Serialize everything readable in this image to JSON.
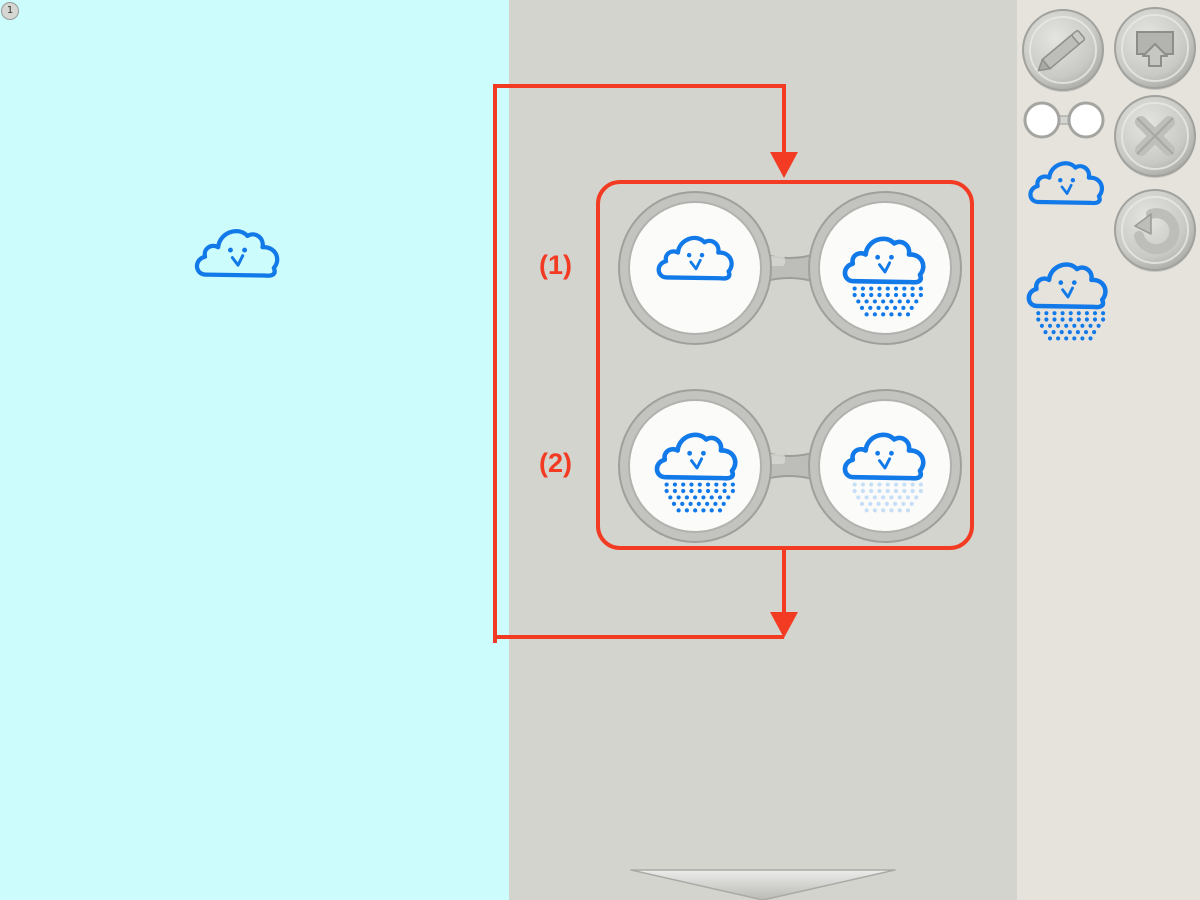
{
  "app": {
    "page_number": "1"
  },
  "colors": {
    "stage_bg": "#ccfcfb",
    "rules_panel_bg": "#d4d4cf",
    "toolbox_bg": "#e6e3dd",
    "annotation_red": "#f23b22",
    "cloud_blue": "#1279e9",
    "clay_gray": "#cdcdc9"
  },
  "stage": {
    "character": "smiling-cloud"
  },
  "rules": {
    "items": [
      {
        "label": "(1)",
        "before": "cloud",
        "after": "cloud-with-rain"
      },
      {
        "label": "(2)",
        "before": "cloud-with-rain",
        "after": "cloud-with-faded-rain"
      }
    ]
  },
  "toolbox": {
    "buttons": [
      {
        "icon": "pencil-icon"
      },
      {
        "icon": "stage-view-icon"
      },
      {
        "icon": "close-icon"
      },
      {
        "icon": "undo-icon"
      }
    ],
    "new_rule_icon": "empty-rule-glasses-icon",
    "characters": [
      "smiling-cloud",
      "raining-cloud"
    ]
  },
  "rules_panel": {
    "scroll_icon": "scroll-down-arrow-icon"
  }
}
